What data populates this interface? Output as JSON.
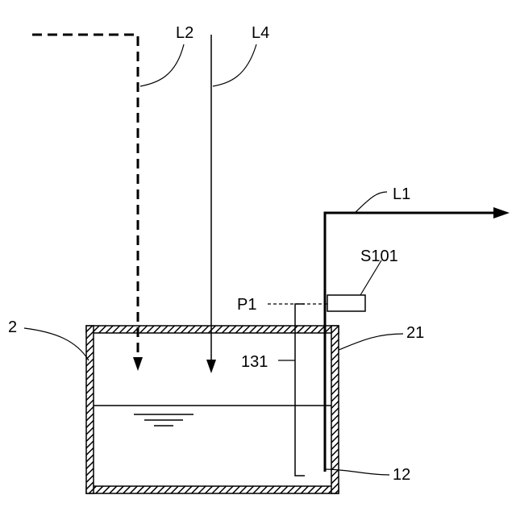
{
  "labels": {
    "l2": "L2",
    "l4": "L4",
    "l1": "L1",
    "s101": "S101",
    "p1": "P1",
    "tank": "2",
    "wall": "21",
    "label_131": "131",
    "label_12": "12"
  },
  "colors": {
    "line": "#000000",
    "background": "#ffffff"
  }
}
